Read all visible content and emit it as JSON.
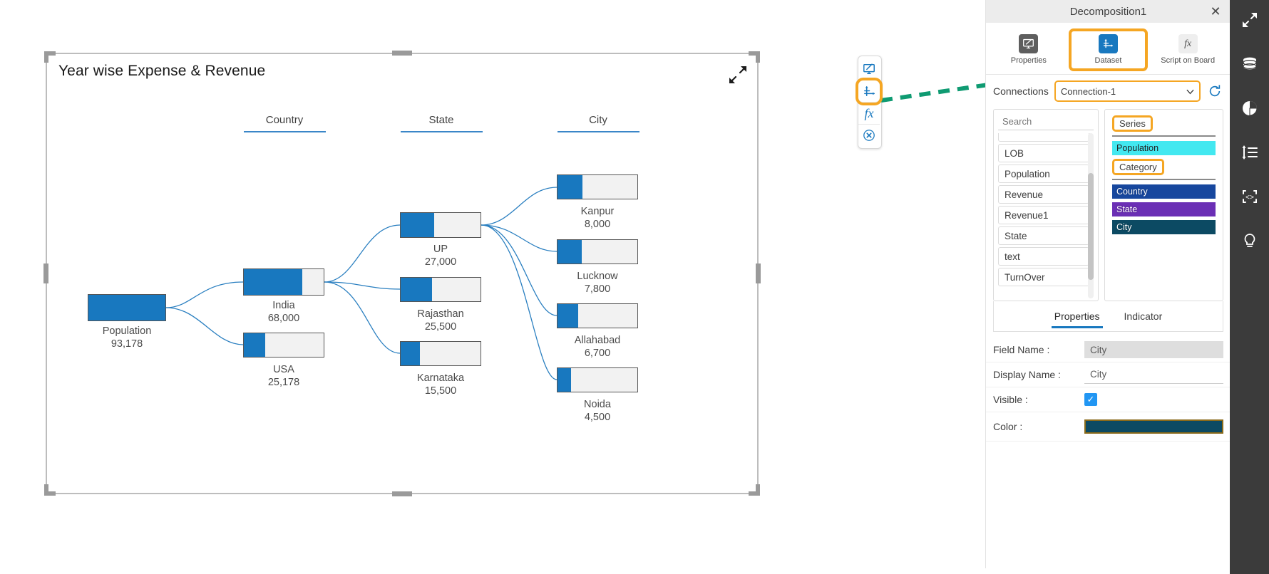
{
  "widget": {
    "title": "Year wise Expense & Revenue",
    "expand_icon": "expand-arrows-icon"
  },
  "float_toolbar": {
    "items": [
      {
        "name": "properties-icon",
        "label": "Properties",
        "selected": false
      },
      {
        "name": "dataset-icon",
        "label": "Dataset",
        "selected": true
      },
      {
        "name": "function-icon",
        "label": "fx",
        "selected": false
      },
      {
        "name": "close-circle-icon",
        "label": "Close",
        "selected": false
      }
    ]
  },
  "chart_data": {
    "type": "decomposition-tree",
    "title": "Year wise Expense & Revenue",
    "columns": [
      "Country",
      "State",
      "City"
    ],
    "root": {
      "label": "Population",
      "value": "93,178",
      "value_num": 93178,
      "fill_pct": 100
    },
    "levels": [
      {
        "level": "Country",
        "nodes": [
          {
            "label": "India",
            "value": "68,000",
            "value_num": 68000,
            "fill_pct": 73
          },
          {
            "label": "USA",
            "value": "25,178",
            "value_num": 25178,
            "fill_pct": 27
          }
        ]
      },
      {
        "level": "State",
        "nodes": [
          {
            "label": "UP",
            "value": "27,000",
            "value_num": 27000,
            "fill_pct": 42
          },
          {
            "label": "Rajasthan",
            "value": "25,500",
            "value_num": 25500,
            "fill_pct": 39
          },
          {
            "label": "Karnataka",
            "value": "15,500",
            "value_num": 15500,
            "fill_pct": 24
          }
        ]
      },
      {
        "level": "City",
        "nodes": [
          {
            "label": "Kanpur",
            "value": "8,000",
            "value_num": 8000,
            "fill_pct": 31
          },
          {
            "label": "Lucknow",
            "value": "7,800",
            "value_num": 7800,
            "fill_pct": 30
          },
          {
            "label": "Allahabad",
            "value": "6,700",
            "value_num": 6700,
            "fill_pct": 26
          },
          {
            "label": "Noida",
            "value": "4,500",
            "value_num": 4500,
            "fill_pct": 17
          }
        ]
      }
    ]
  },
  "panel": {
    "title": "Decomposition1",
    "close_label": "✕",
    "tabs": [
      {
        "label": "Properties",
        "icon": "properties-monitor-icon",
        "active": false
      },
      {
        "label": "Dataset",
        "icon": "dataset-axis-icon",
        "active": true
      },
      {
        "label": "Script on Board",
        "icon": "script-fx-icon",
        "active": false
      }
    ],
    "connections": {
      "label": "Connections",
      "selected": "Connection-1",
      "chevron": "chevron-down-icon",
      "refresh": "refresh-icon"
    },
    "fields": {
      "search_placeholder": "Search",
      "items": [
        "LOB",
        "Population",
        "Revenue",
        "Revenue1",
        "State",
        "text",
        "TurnOver"
      ]
    },
    "bins": {
      "series": {
        "header": "Series",
        "chips": [
          {
            "label": "Population",
            "color": "#43e8f0",
            "text_dark": true
          }
        ]
      },
      "category": {
        "header": "Category",
        "chips": [
          {
            "label": "Country",
            "color": "#17479e",
            "text_dark": false
          },
          {
            "label": "State",
            "color": "#6b2fb5",
            "text_dark": false
          },
          {
            "label": "City",
            "color": "#0c4a63",
            "text_dark": false
          }
        ]
      }
    },
    "prop_tabs": [
      {
        "label": "Properties",
        "active": true
      },
      {
        "label": "Indicator",
        "active": false
      }
    ],
    "properties": {
      "field_name_label": "Field Name :",
      "field_name_value": "City",
      "display_name_label": "Display Name :",
      "display_name_value": "City",
      "visible_label": "Visible :",
      "visible_checked": "✓",
      "color_label": "Color :",
      "color_value": "#0c4a63"
    }
  },
  "rail": {
    "items": [
      {
        "name": "expand-icon"
      },
      {
        "name": "database-icon"
      },
      {
        "name": "pie-chart-icon"
      },
      {
        "name": "list-settings-icon"
      },
      {
        "name": "code-brackets-icon"
      },
      {
        "name": "lightbulb-icon"
      }
    ]
  },
  "colors": {
    "bar_fill": "#1878bf",
    "bar_track": "#f2f2f2",
    "accent_orange": "#f5a623",
    "arrow_green": "#0f9b72",
    "rail_bg": "#3b3b3b"
  }
}
